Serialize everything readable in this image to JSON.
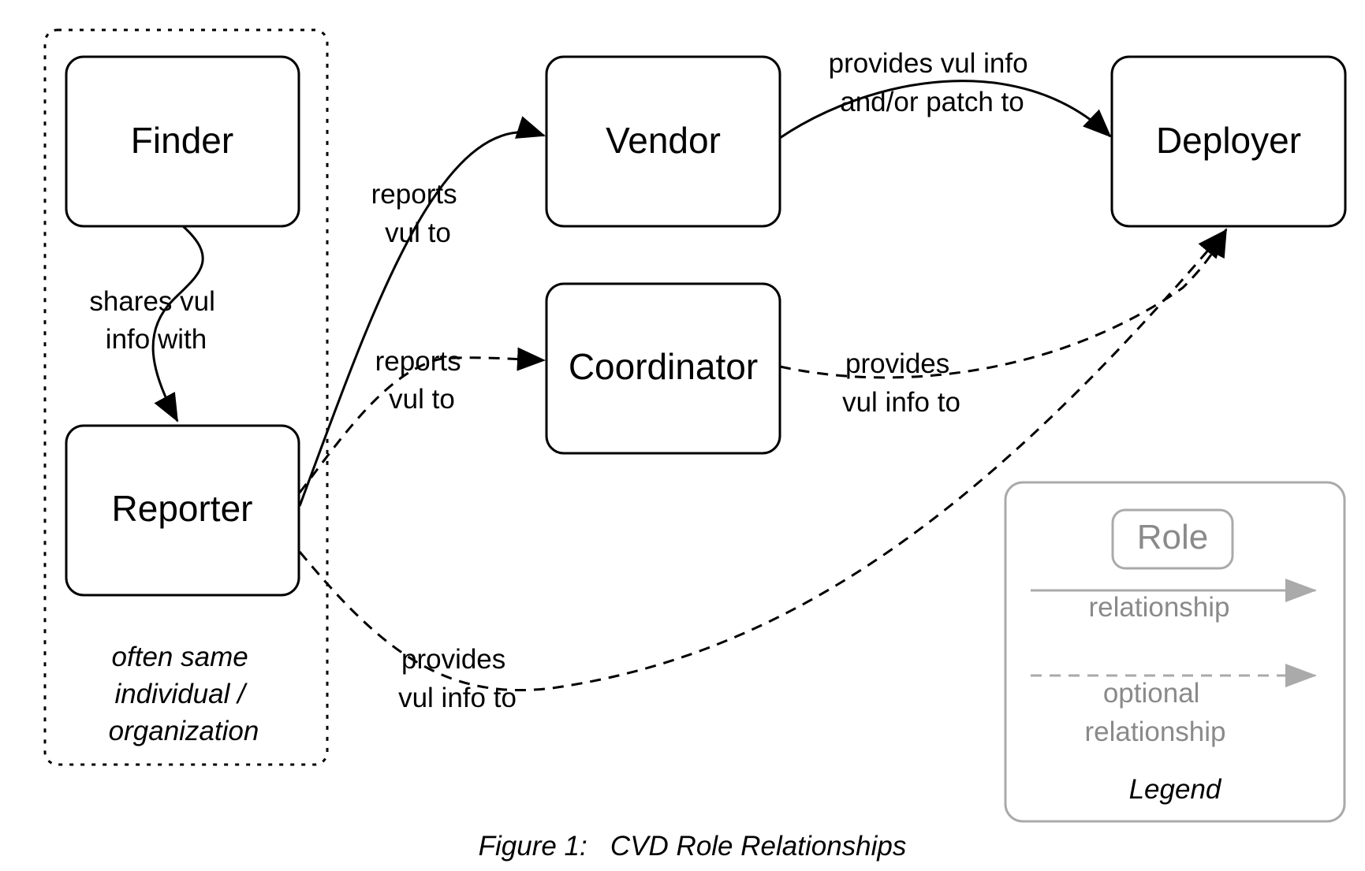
{
  "nodes": {
    "finder": "Finder",
    "reporter": "Reporter",
    "vendor": "Vendor",
    "coordinator": "Coordinator",
    "deployer": "Deployer"
  },
  "group_note": [
    "often same",
    "individual /",
    "organization"
  ],
  "edges": {
    "finder_reporter": [
      "shares vul",
      "info with"
    ],
    "reporter_vendor": [
      "reports",
      "vul to"
    ],
    "reporter_coordinator": [
      "reports",
      "vul to"
    ],
    "vendor_deployer": [
      "provides vul info",
      "and/or patch to"
    ],
    "coordinator_deployer": [
      "provides",
      "vul info to"
    ],
    "reporter_deployer": [
      "provides",
      "vul info to"
    ]
  },
  "legend": {
    "role": "Role",
    "relationship": "relationship",
    "optional": [
      "optional",
      "relationship"
    ],
    "title": "Legend"
  },
  "caption": "Figure 1:   CVD Role Relationships",
  "colors": {
    "line": "#000000",
    "legend_gray": "#8a8a8a"
  }
}
